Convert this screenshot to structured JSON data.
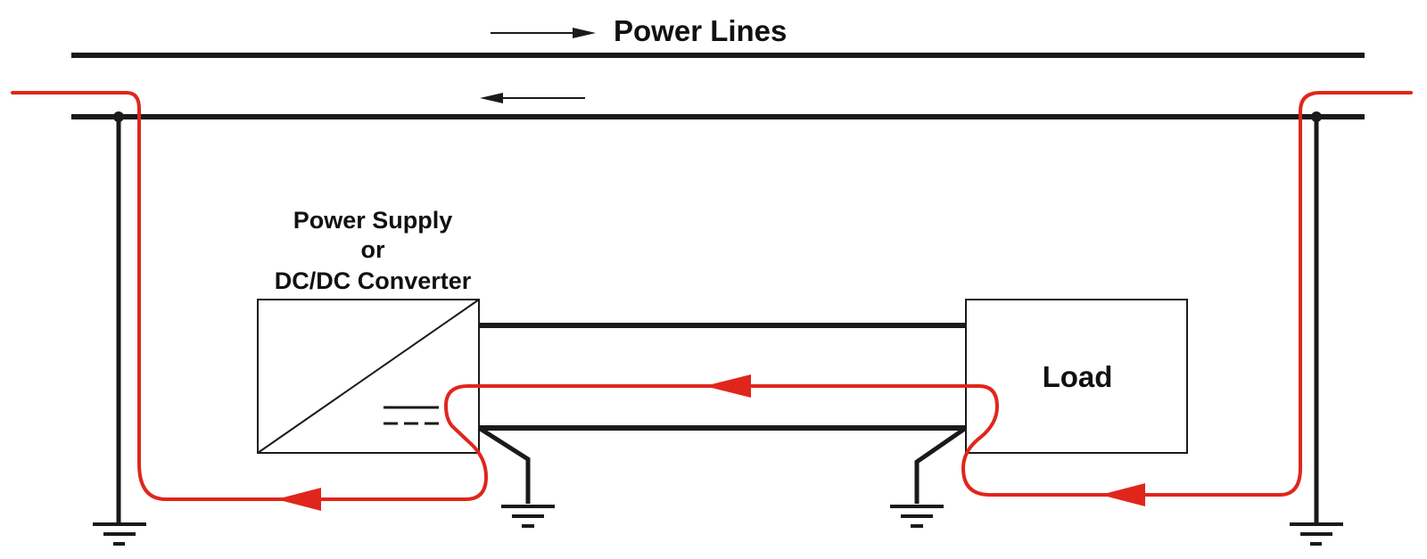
{
  "labels": {
    "power_lines": "Power Lines",
    "power_supply_line1": "Power Supply",
    "power_supply_line2": "or",
    "power_supply_line3": "DC/DC Converter",
    "load": "Load"
  },
  "colors": {
    "conductor": "#1a1a1a",
    "current_path": "#e0261c",
    "background": "#ffffff"
  }
}
